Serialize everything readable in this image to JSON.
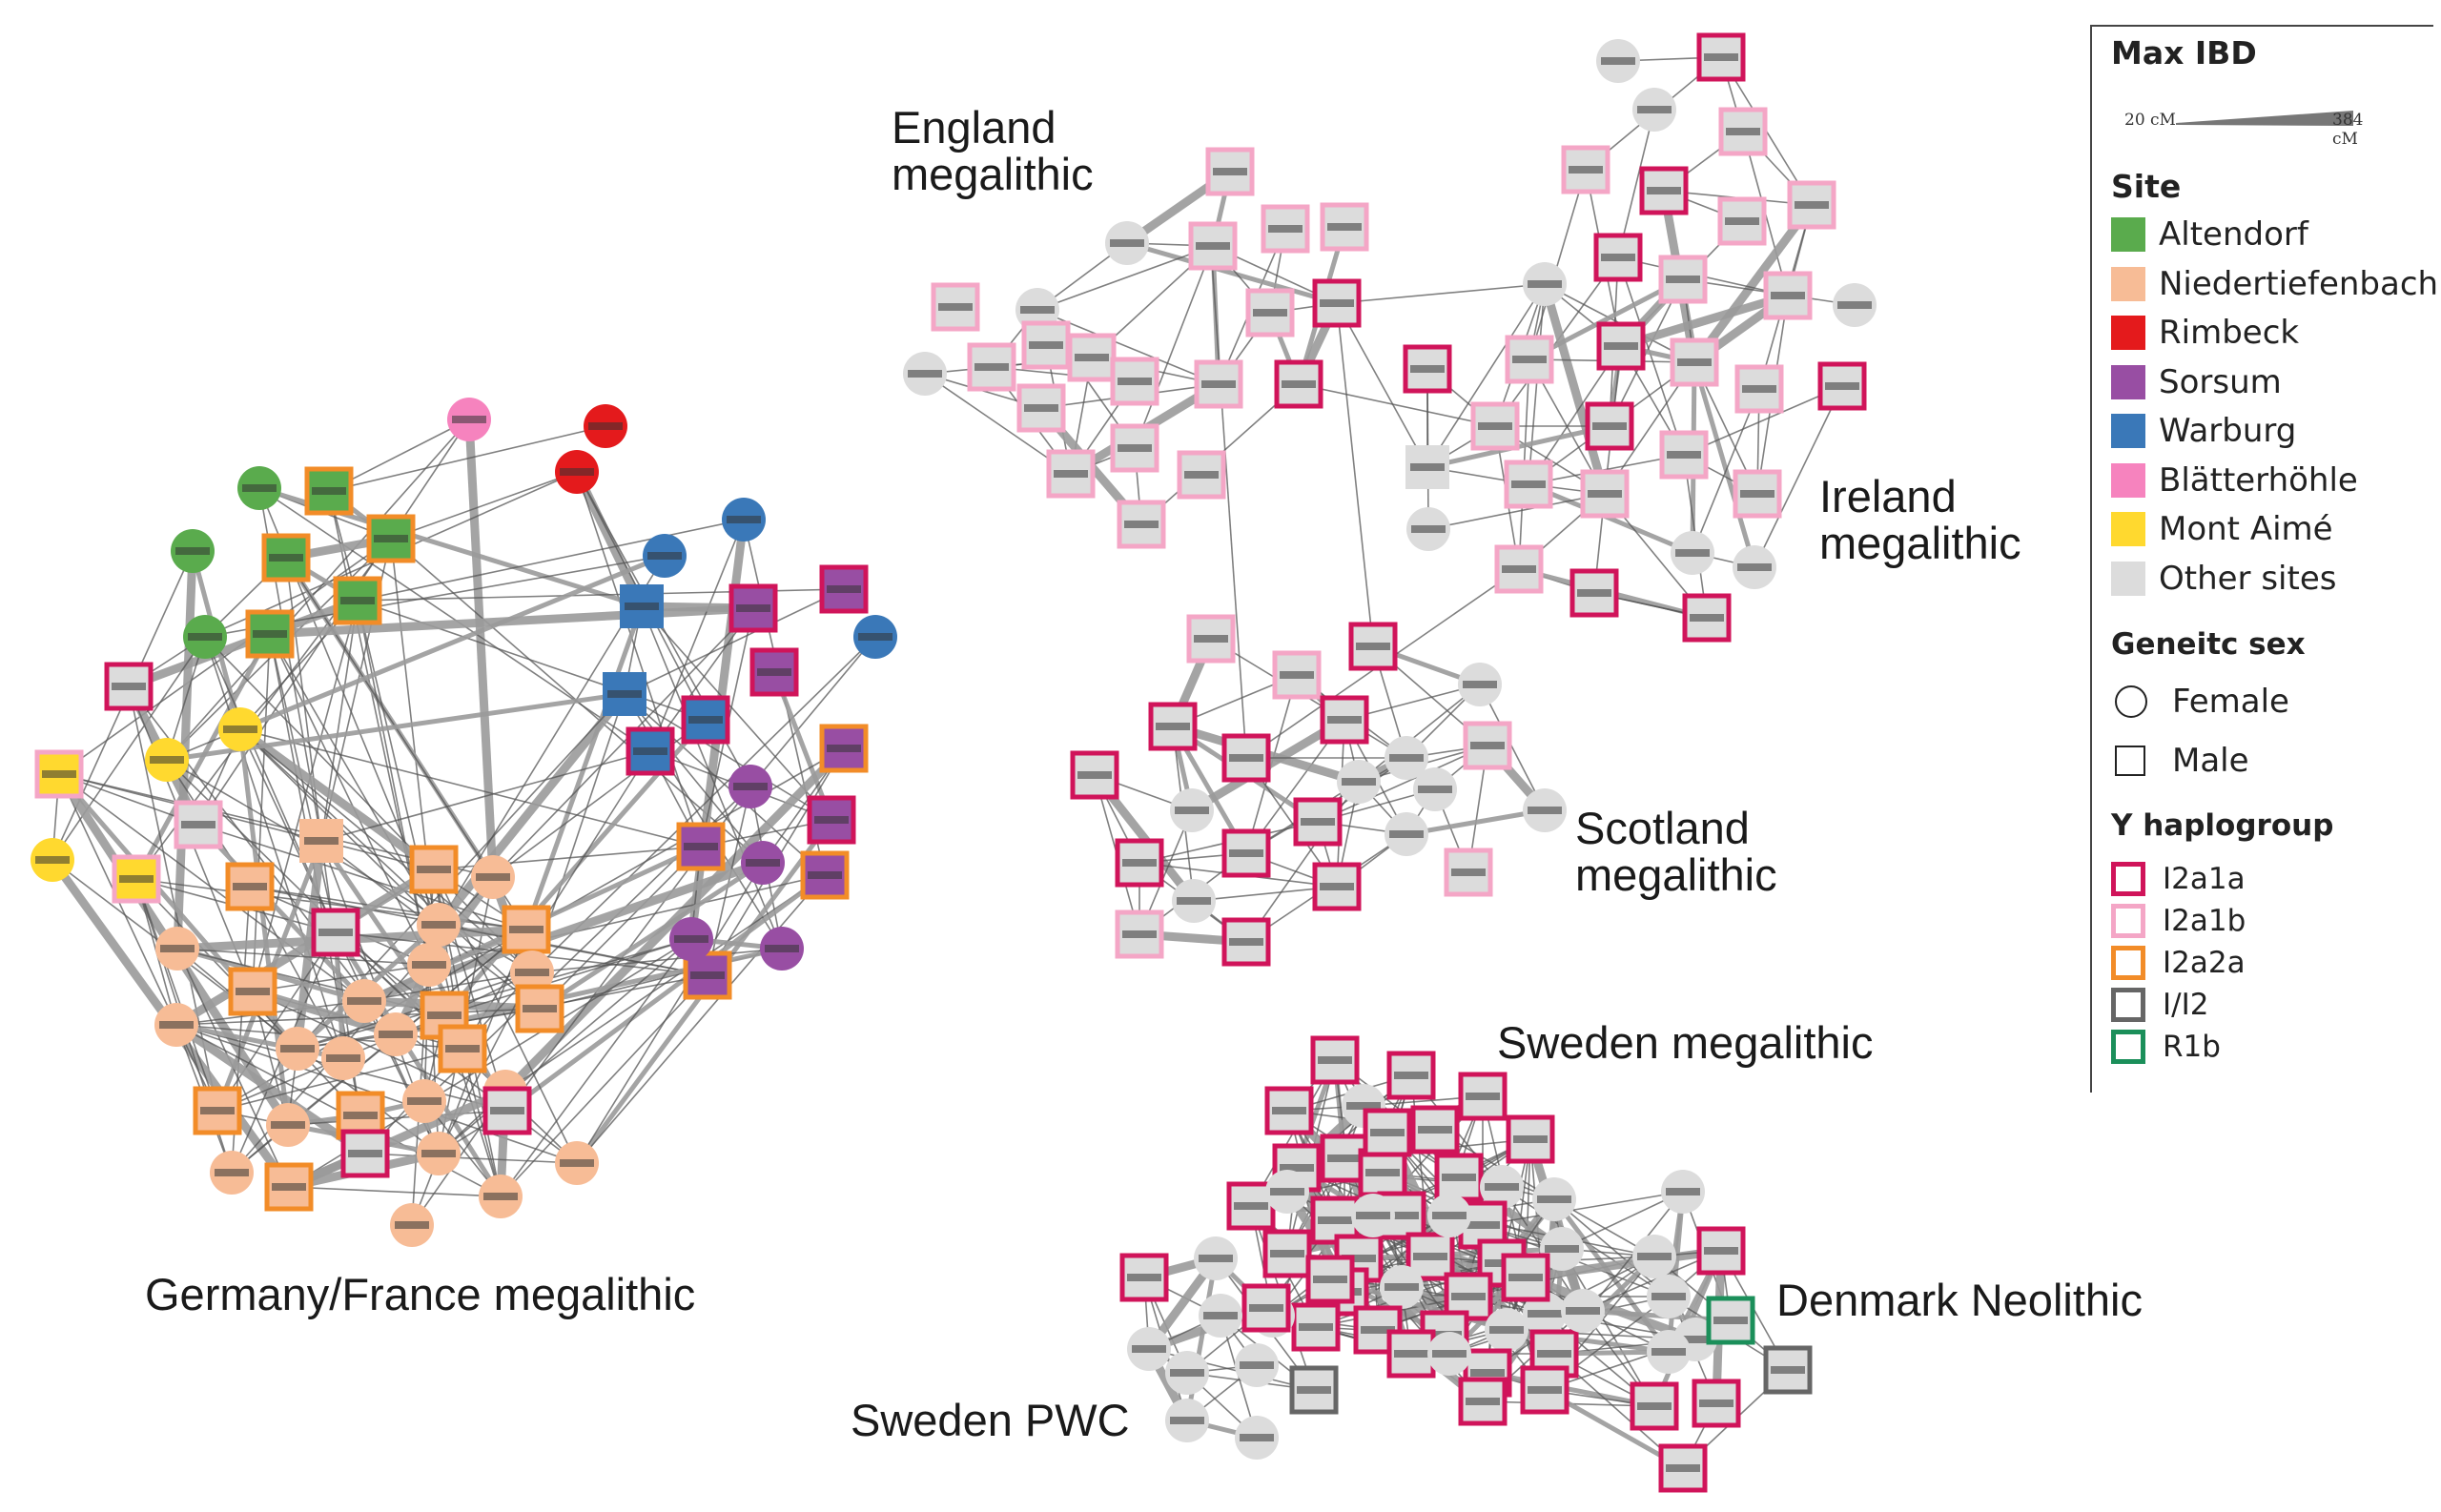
{
  "labels": {
    "england": "England\nmegalithic",
    "ireland": "Ireland\nmegalithic",
    "scotland": "Scotland\nmegalithic",
    "germany": "Germany/France megalithic",
    "sweden_meg": "Sweden megalithic",
    "denmark": "Denmark Neolithic",
    "sweden_pwc": "Sweden PWC"
  },
  "legend": {
    "ibd_title": "Max IBD",
    "ibd_min": "20 cM",
    "ibd_max": "384 cM",
    "site_title": "Site",
    "sites": [
      {
        "label": "Altendorf",
        "color": "#5aab4d"
      },
      {
        "label": "Niedertiefenbach",
        "color": "#f7bc96"
      },
      {
        "label": "Rimbeck",
        "color": "#e41a1c"
      },
      {
        "label": "Sorsum",
        "color": "#984ea3"
      },
      {
        "label": "Warburg",
        "color": "#3a78b8"
      },
      {
        "label": "Blätterhöhle",
        "color": "#f683be"
      },
      {
        "label": "Mont Aimé",
        "color": "#ffd92f"
      },
      {
        "label": "Other sites",
        "color": "#dcdcdc"
      }
    ],
    "sex_title": "Geneitc sex",
    "sex": [
      {
        "label": "Female",
        "shape": "circle"
      },
      {
        "label": "Male",
        "shape": "square"
      }
    ],
    "y_title": "Y haplogroup",
    "haplogroups": [
      {
        "label": "I2a1a",
        "color": "#d0145a"
      },
      {
        "label": "I2a1b",
        "color": "#f4a6c6"
      },
      {
        "label": "I2a2a",
        "color": "#f28c28"
      },
      {
        "label": "I/I2",
        "color": "#666666"
      },
      {
        "label": "R1b",
        "color": "#1b8f5a"
      }
    ]
  }
}
